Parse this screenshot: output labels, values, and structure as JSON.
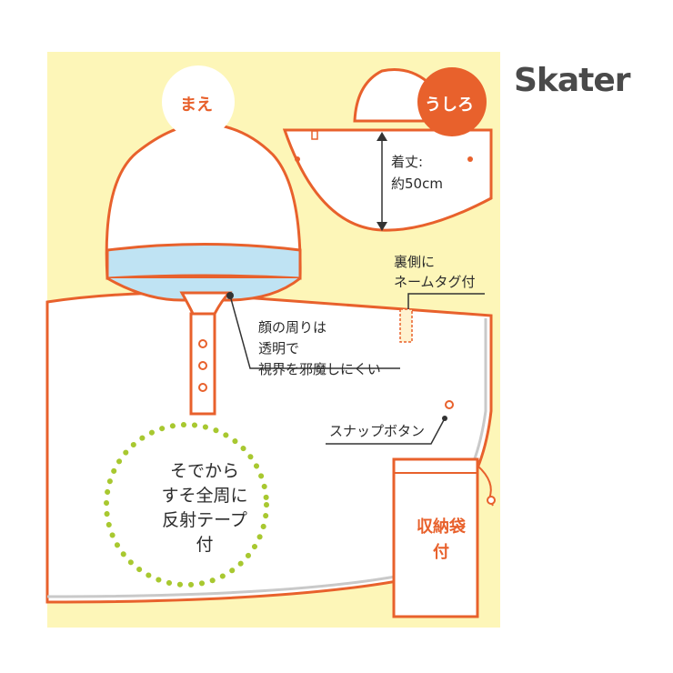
{
  "brand": "Skater",
  "front_label": "まえ",
  "back_label": "うしろ",
  "length_label_line1": "着丈:",
  "length_label_line2": "約50cm",
  "name_tag_line1": "裏側に",
  "name_tag_line2": "ネームタグ付",
  "face_line1": "顔の周りは",
  "face_line2": "透明で",
  "face_line3": "視界を邪魔しにくい",
  "snap_label": "スナップボタン",
  "reflect_line1": "そでから",
  "reflect_line2": "すそ全周に",
  "reflect_line3": "反射テープ",
  "reflect_line4": "付",
  "bag_line1": "収納袋",
  "bag_line2": "付",
  "colors": {
    "panel": "#fdf6b8",
    "outline": "#e8612c",
    "accent_orange": "#e8612c",
    "reflect_dots": "#a8c830",
    "brand": "#4a4a4a"
  }
}
